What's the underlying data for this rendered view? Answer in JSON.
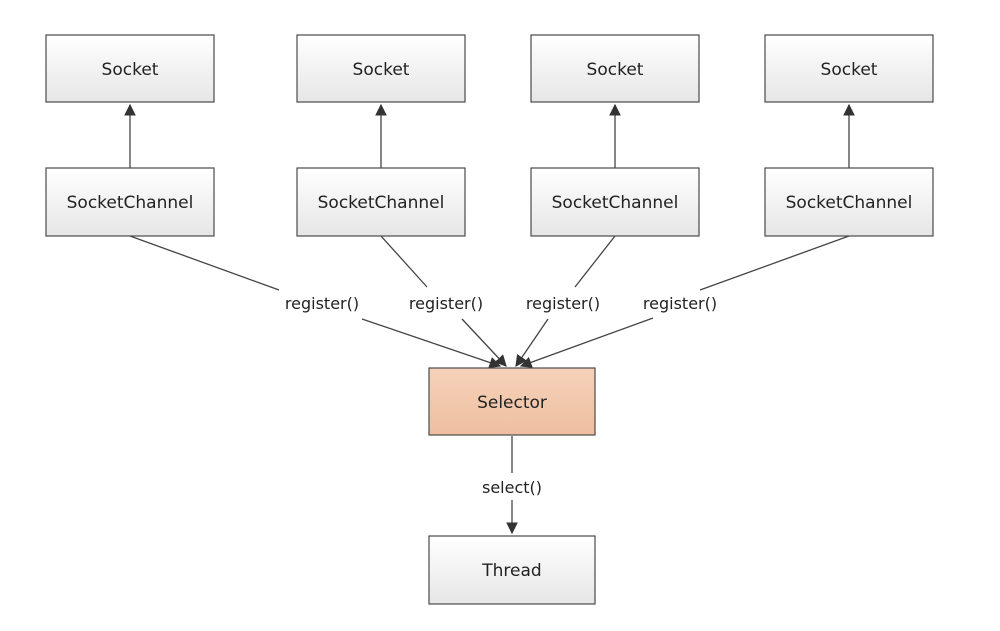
{
  "nodes": {
    "socket_1": "Socket",
    "socket_2": "Socket",
    "socket_3": "Socket",
    "socket_4": "Socket",
    "channel_1": "SocketChannel",
    "channel_2": "SocketChannel",
    "channel_3": "SocketChannel",
    "channel_4": "SocketChannel",
    "selector": "Selector",
    "thread": "Thread"
  },
  "edges": {
    "register_1": "register()",
    "register_2": "register()",
    "register_3": "register()",
    "register_4": "register()",
    "select": "select()"
  },
  "colors": {
    "selector_fill": "#f2c9ad",
    "box_fill_top": "#ffffff",
    "box_fill_bottom": "#e8e8e8",
    "line": "#444444"
  }
}
